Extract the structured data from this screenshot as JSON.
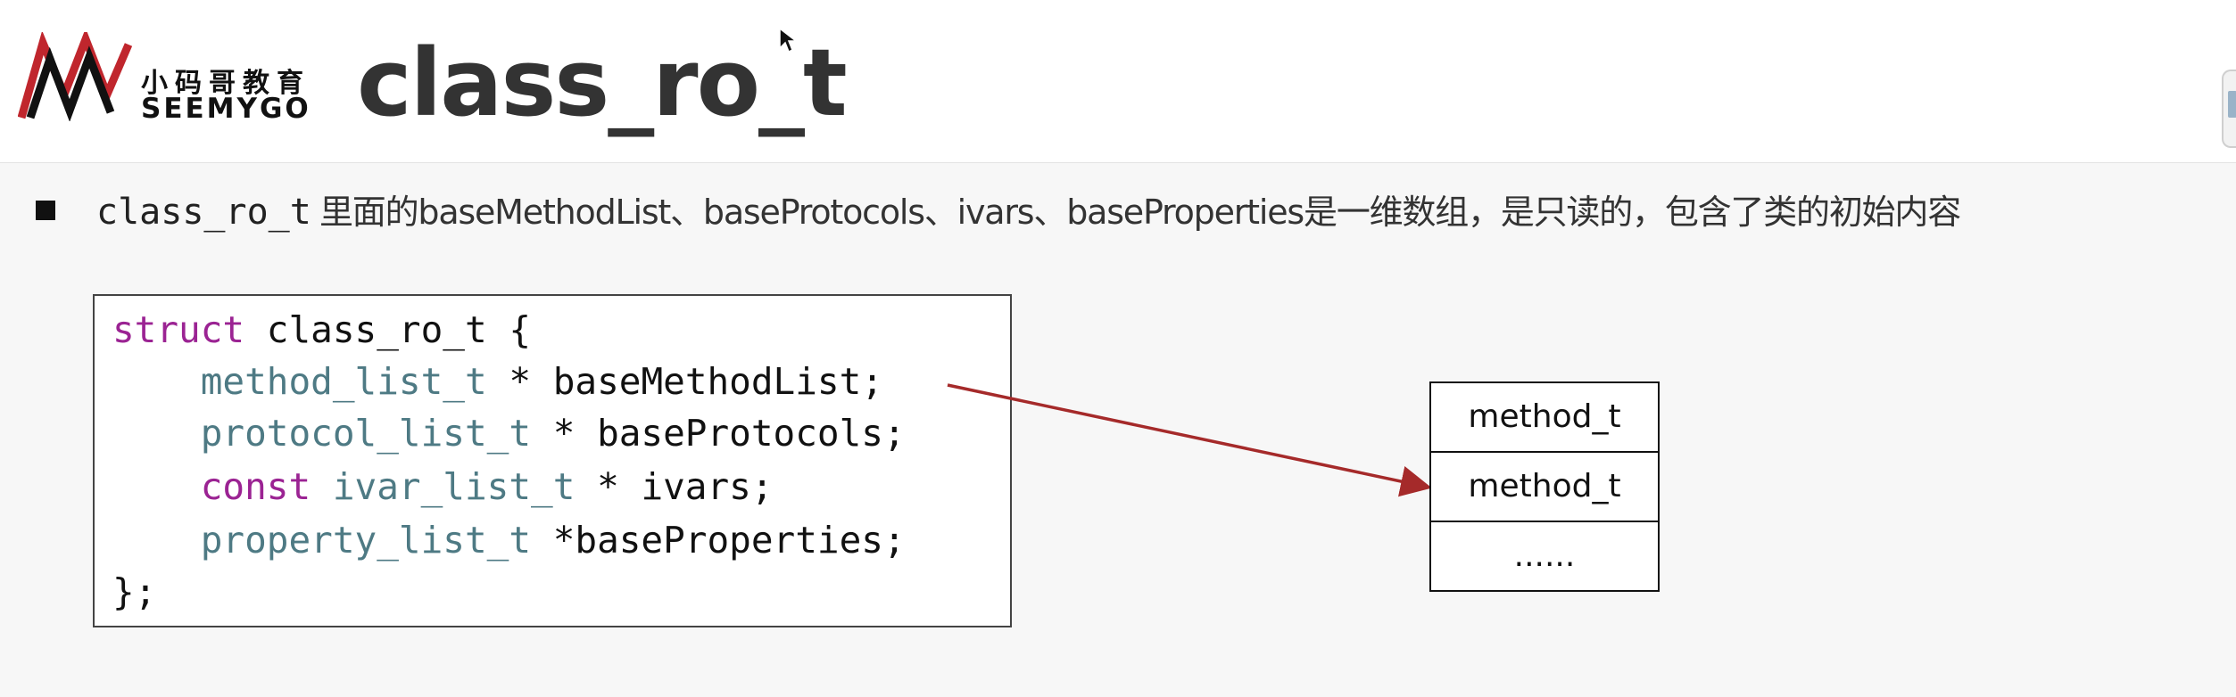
{
  "logo": {
    "cn": "小码哥教育",
    "en": "SEEMYGO"
  },
  "title": "class_ro_t",
  "bullet": {
    "code": "class_ro_t",
    "text": "里面的baseMethodList、baseProtocols、ivars、baseProperties是一维数组，是只读的，包含了类的初始内容"
  },
  "code": {
    "line1": {
      "kw": "struct",
      "rest": " class_ro_t {"
    },
    "line2": {
      "type": "method_list_t",
      "rest": " * baseMethodList;"
    },
    "line3": {
      "type": "protocol_list_t",
      "rest": " * baseProtocols;"
    },
    "line4": {
      "kw": "const",
      "type": "ivar_list_t",
      "rest": " * ivars;"
    },
    "line5": {
      "type": "property_list_t",
      "rest": " *baseProperties;"
    },
    "line6": "};"
  },
  "memory_cells": [
    "method_t",
    "method_t",
    "......"
  ],
  "colors": {
    "keyword": "#9b2393",
    "type": "#4e7a84",
    "arrow": "#a52a2a"
  }
}
